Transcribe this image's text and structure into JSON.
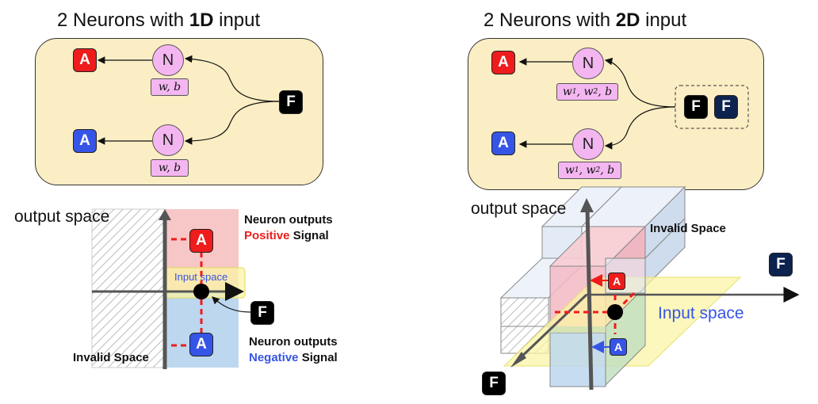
{
  "left": {
    "title_prefix": "2 Neurons with ",
    "title_bold": "1D",
    "title_suffix": " input",
    "neuron_label": "N",
    "param_top": "w, b",
    "param_bottom": "w, b",
    "output_tag": "A",
    "input_tag": "F",
    "output_space": "output space",
    "input_space": "Input space",
    "invalid_space": "Invalid Space",
    "pos_line1": "Neuron outputs",
    "pos_word": "Positive",
    "pos_suffix": " Signal",
    "neg_line1": "Neuron outputs",
    "neg_word": "Negative",
    "neg_suffix": " Signal"
  },
  "right": {
    "title_prefix": "2 Neurons with ",
    "title_bold": "2D",
    "title_suffix": " input",
    "neuron_label": "N",
    "param_w1": "w",
    "param_sub1": "1",
    "param_w2": "w",
    "param_sub2": "2",
    "param_b": "b",
    "output_tag": "A",
    "input_tag": "F",
    "output_space": "output space",
    "input_space": "Input space",
    "invalid_space": "Invalid Space"
  },
  "colors": {
    "red": "#ee1c1c",
    "blue": "#3655e6",
    "pink_region": "#f7c6c6",
    "blue_region": "#bcd7ee",
    "input_band": "#fbf4a6",
    "panel": "#fbeec4"
  }
}
